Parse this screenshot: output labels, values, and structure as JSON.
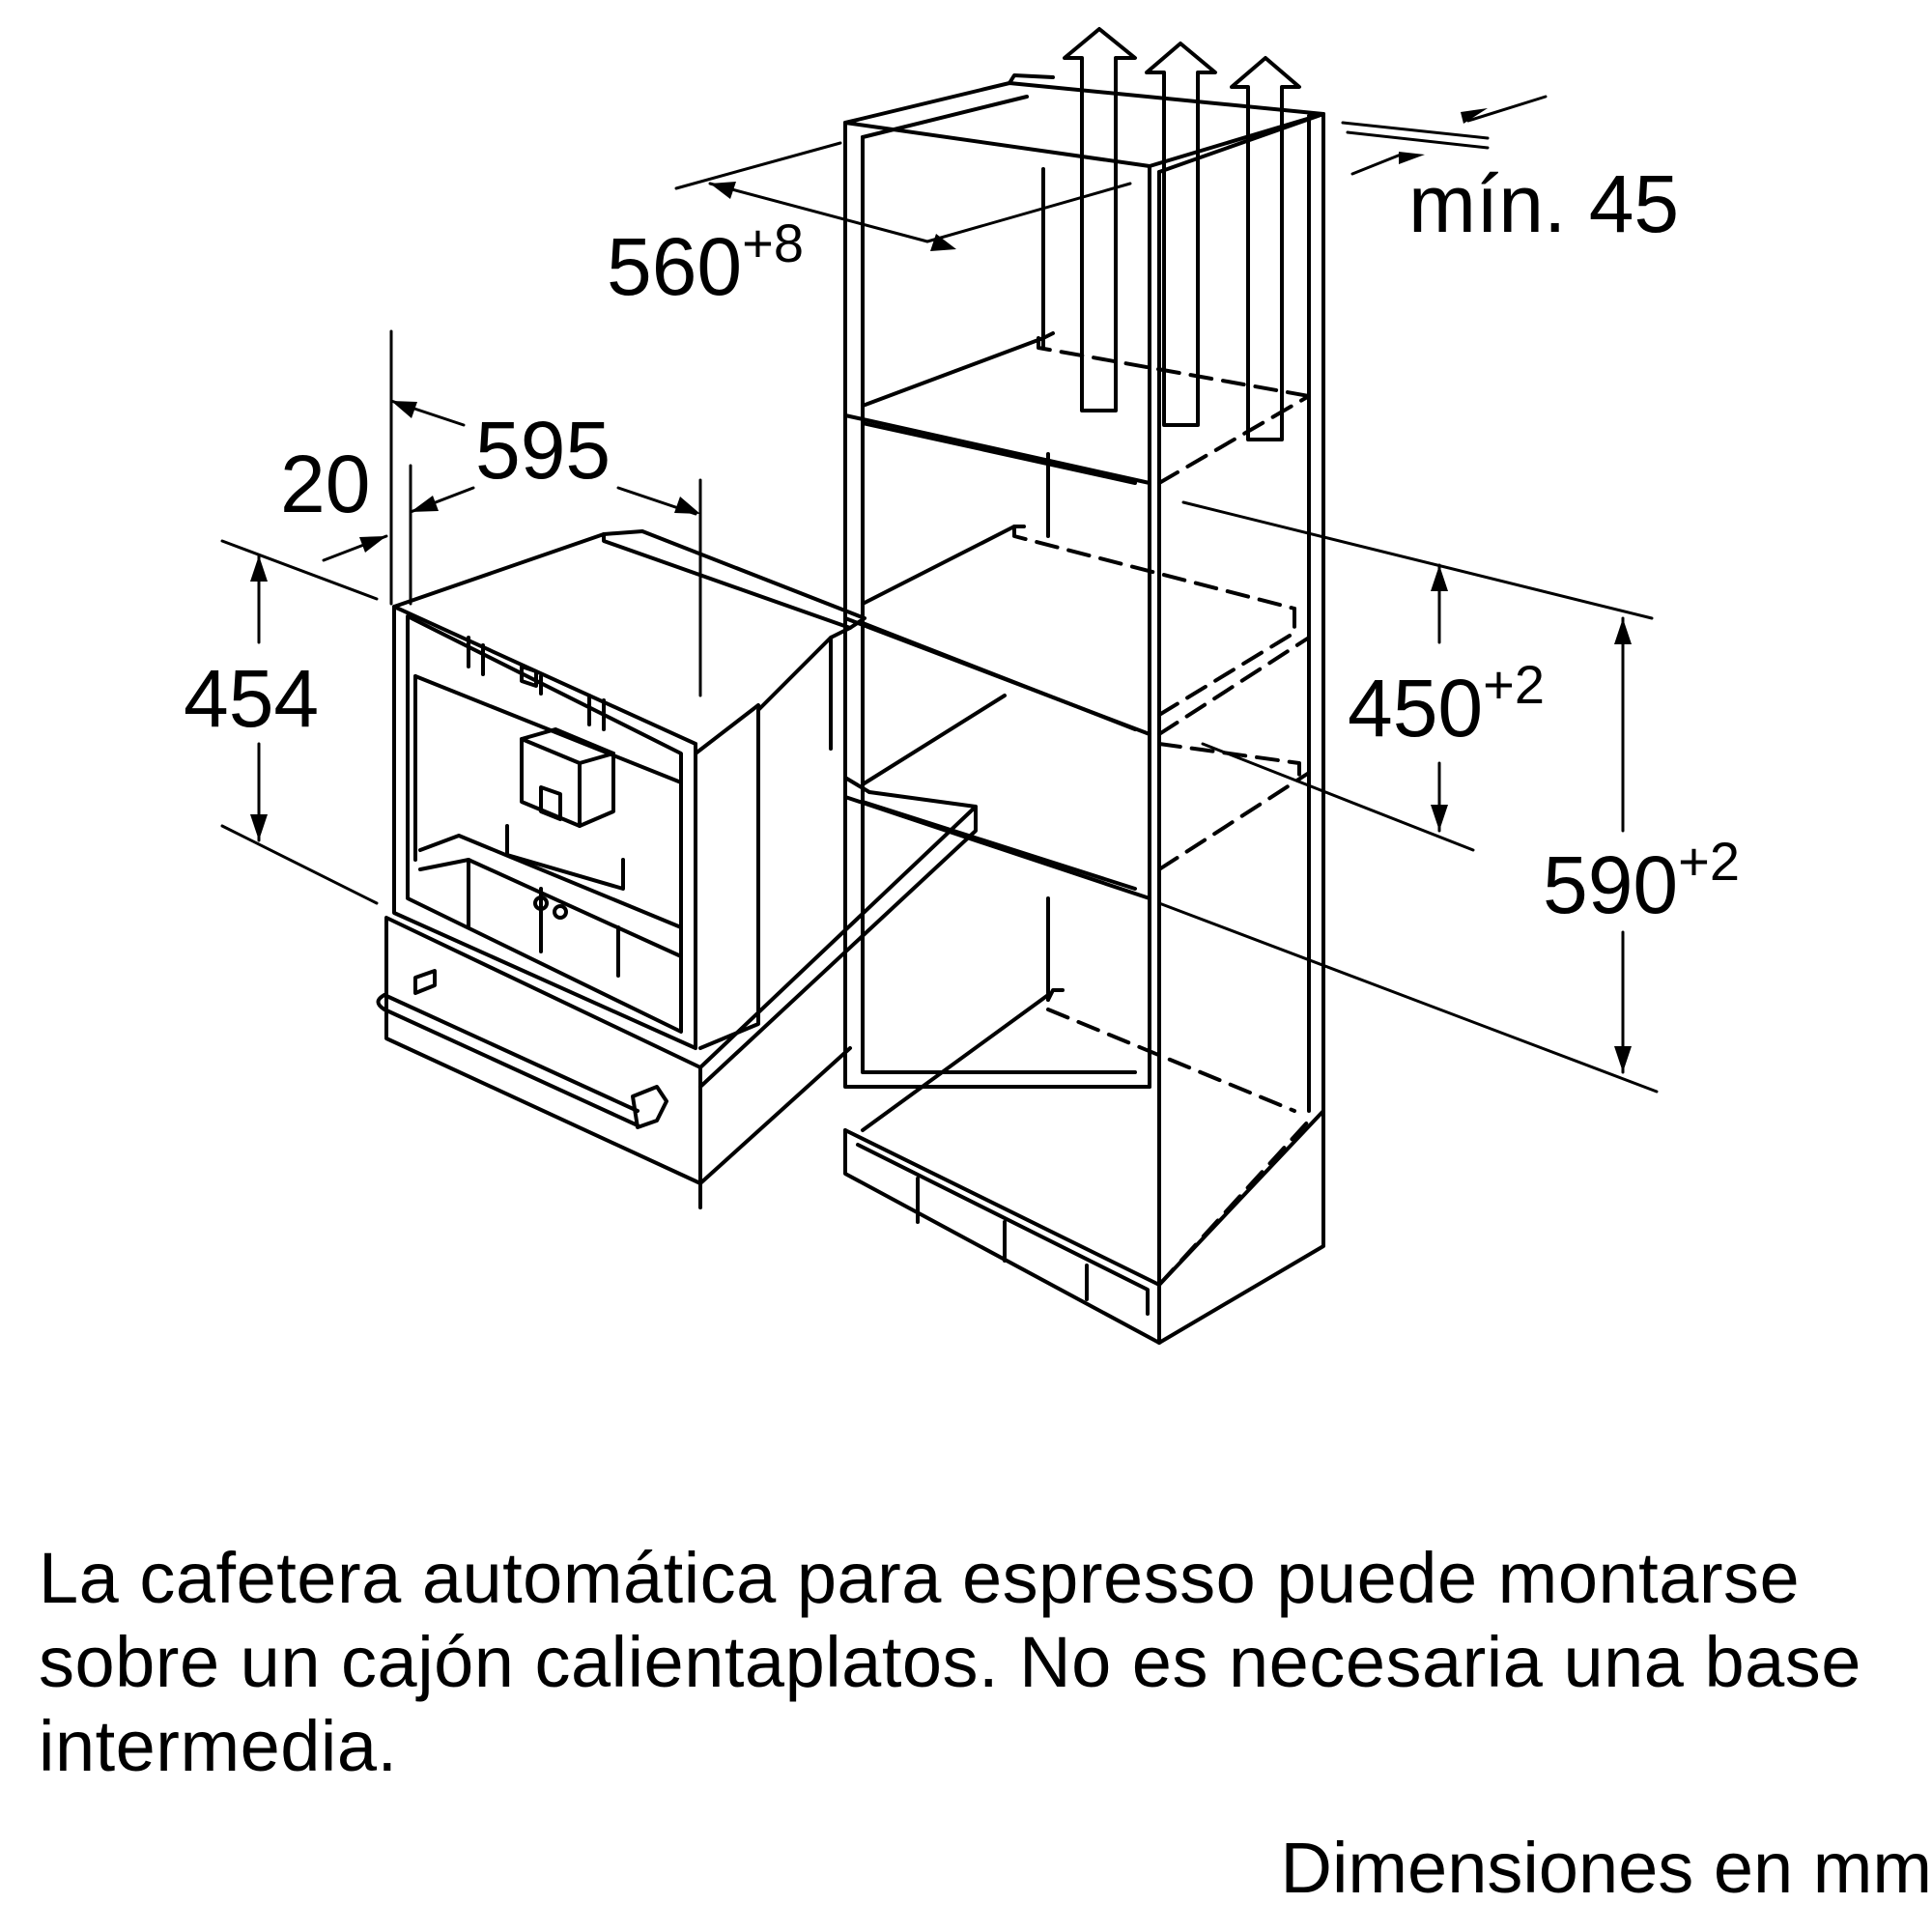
{
  "dimensions": {
    "niche_depth": {
      "base": "560",
      "tol": "+8"
    },
    "ventilation_min": "mín. 45",
    "appliance_width": "595",
    "front_overlap": "20",
    "appliance_height": "454",
    "niche_height_upper": {
      "base": "450",
      "tol": "+2"
    },
    "niche_height_lower": {
      "base": "590",
      "tol": "+2"
    }
  },
  "caption": "La cafetera automática para espresso puede montarse sobre un cajón calientaplatos. No es necesaria una base intermedia.",
  "units_note": "Dimensiones en mm"
}
